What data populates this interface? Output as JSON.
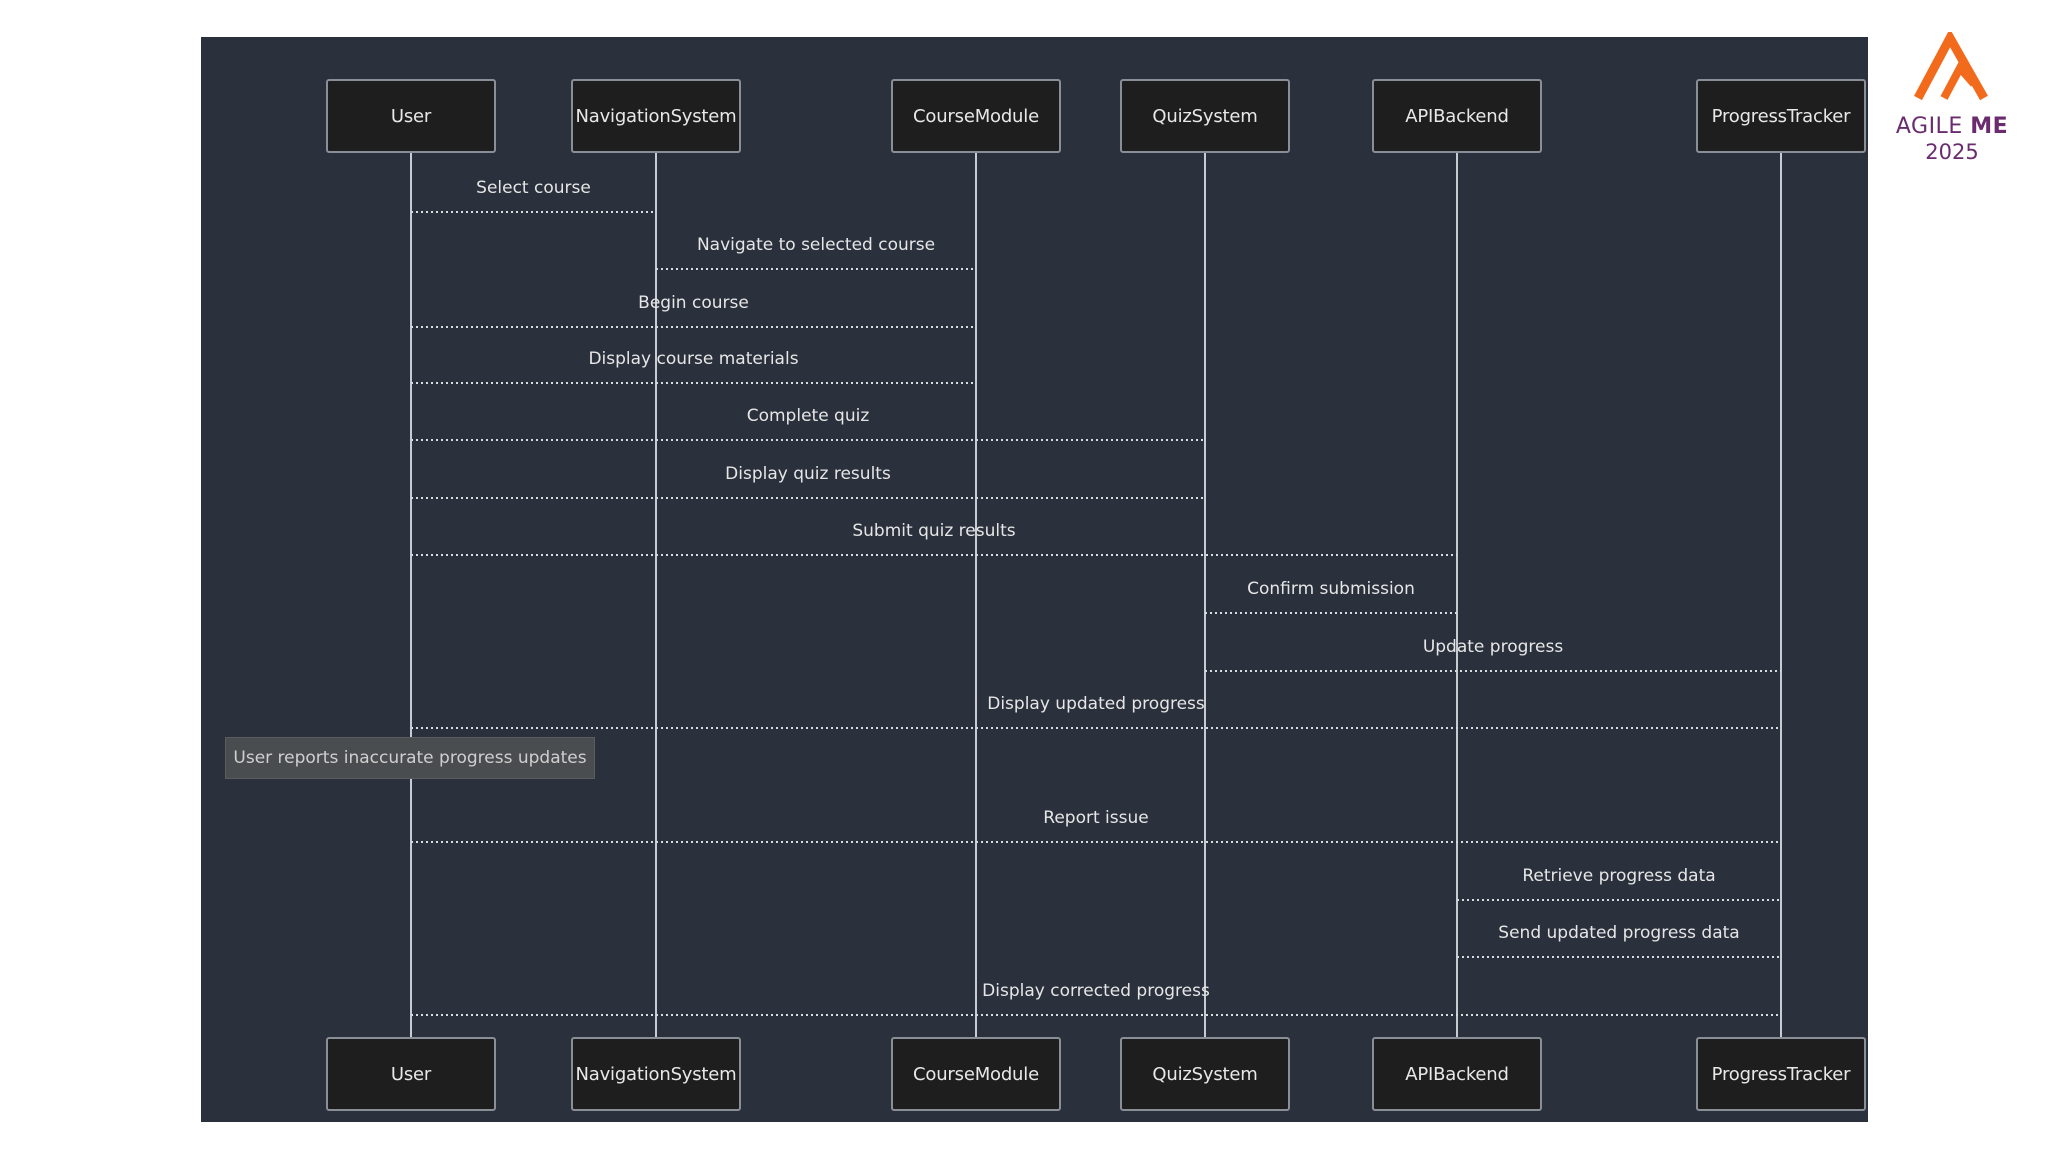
{
  "participants": [
    "User",
    "NavigationSystem",
    "CourseModule",
    "QuizSystem",
    "APIBackend",
    "ProgressTracker"
  ],
  "messages": [
    {
      "from": 0,
      "to": 1,
      "label": "Select course"
    },
    {
      "from": 1,
      "to": 2,
      "label": "Navigate to selected course"
    },
    {
      "from": 0,
      "to": 2,
      "label": "Begin course"
    },
    {
      "from": 0,
      "to": 2,
      "label": "Display course materials"
    },
    {
      "from": 0,
      "to": 3,
      "label": "Complete quiz"
    },
    {
      "from": 0,
      "to": 3,
      "label": "Display quiz results"
    },
    {
      "from": 0,
      "to": 4,
      "label": "Submit quiz results"
    },
    {
      "from": 3,
      "to": 4,
      "label": "Confirm submission"
    },
    {
      "from": 3,
      "to": 5,
      "label": "Update progress"
    },
    {
      "from": 0,
      "to": 5,
      "label": "Display updated progress"
    },
    {
      "from": 0,
      "to": 5,
      "label": "Report issue"
    },
    {
      "from": 4,
      "to": 5,
      "label": "Retrieve progress data"
    },
    {
      "from": 4,
      "to": 5,
      "label": "Send updated progress data"
    },
    {
      "from": 0,
      "to": 5,
      "label": "Display corrected progress"
    }
  ],
  "note": {
    "text": "User reports inaccurate progress updates",
    "participant": 0
  },
  "logo": {
    "word1": "AGILE",
    "word2": "ME",
    "year": "2025",
    "brand_color": "#6a2c6e",
    "mark_color": "#f26b1d"
  },
  "colors": {
    "background": "#2a303c",
    "lifeline": "#c8ccd2",
    "box": "#1e1e1e"
  }
}
